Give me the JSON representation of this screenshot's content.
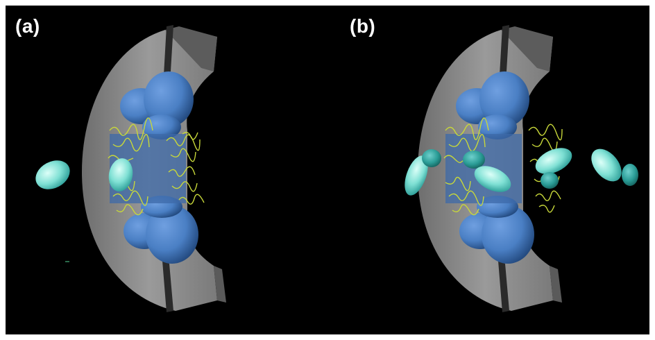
{
  "figure": {
    "panels": [
      {
        "id": "a",
        "label": "(a)"
      },
      {
        "id": "b",
        "label": "(b)"
      }
    ]
  },
  "colors": {
    "background": "#000000",
    "pore_wall": "#8c8c8c",
    "ring_subunits": "#4a7fc4",
    "fg_repeats": "#c8d83a",
    "cargo": "#7fe0d4",
    "cargo_dark": "#2a9c96"
  },
  "icons": [
    "pore-wall-shape",
    "ring-subunit-shape",
    "fg-repeat-mesh",
    "cargo-ellipsoid"
  ]
}
